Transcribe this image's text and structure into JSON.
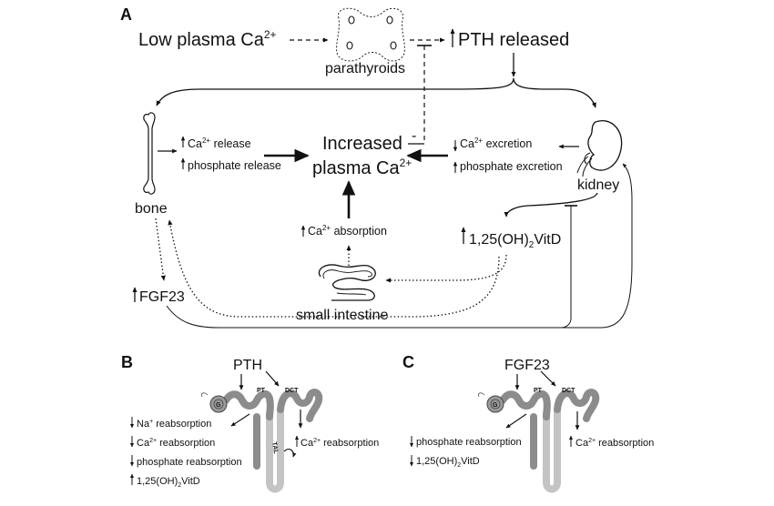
{
  "panel_a": {
    "letter": "A",
    "low_ca": "Low plasma Ca",
    "low_ca_sup": "2+",
    "parathyroids": "parathyroids",
    "pth_released": "PTH released",
    "increased_1": "Increased",
    "increased_2": "plasma Ca",
    "increased_sup": "2+",
    "bone": "bone",
    "bone_ca": "Ca",
    "bone_ca_sup": "2+",
    "bone_ca_tail": " release",
    "bone_phos": "phosphate release",
    "kidney": "kidney",
    "kid_ca": "Ca",
    "kid_ca_sup": "2+",
    "kid_ca_tail": " excretion",
    "kid_phos": "phosphate excretion",
    "gut_abs": "Ca",
    "gut_abs_sup": "2+",
    "gut_abs_tail": " absorption",
    "vitd_a": "1,25(OH)",
    "vitd_sub": "2",
    "vitd_b": "VitD",
    "small_intestine": "small intestine",
    "fgf23": "FGF23",
    "minus": "-"
  },
  "panel_b": {
    "letter": "B",
    "hormone": "PTH",
    "g": "G",
    "pt": "PT",
    "dct": "DCT",
    "tal": "TAL",
    "na": "Na",
    "na_sup": "+",
    "na_tail": " reabsorption",
    "ca": "Ca",
    "ca_sup": "2+",
    "ca_tail": " reabsorption",
    "phos": "phosphate reabsorption",
    "vitd_a": "1,25(OH)",
    "vitd_sub": "2",
    "vitd_b": "VitD",
    "dct_ca": "Ca",
    "dct_ca_sup": "2+",
    "dct_ca_tail": " reabsorption"
  },
  "panel_c": {
    "letter": "C",
    "hormone": "FGF23",
    "g": "G",
    "pt": "PT",
    "dct": "DCT",
    "phos": "phosphate reabsorption",
    "vitd_a": "1,25(OH)",
    "vitd_sub": "2",
    "vitd_b": "VitD",
    "dct_ca": "Ca",
    "dct_ca_sup": "2+",
    "dct_ca_tail": " reabsorption"
  },
  "colors": {
    "ink": "#111111",
    "tubule_dark": "#8c8c8c",
    "tubule_light": "#c4c4c4"
  }
}
